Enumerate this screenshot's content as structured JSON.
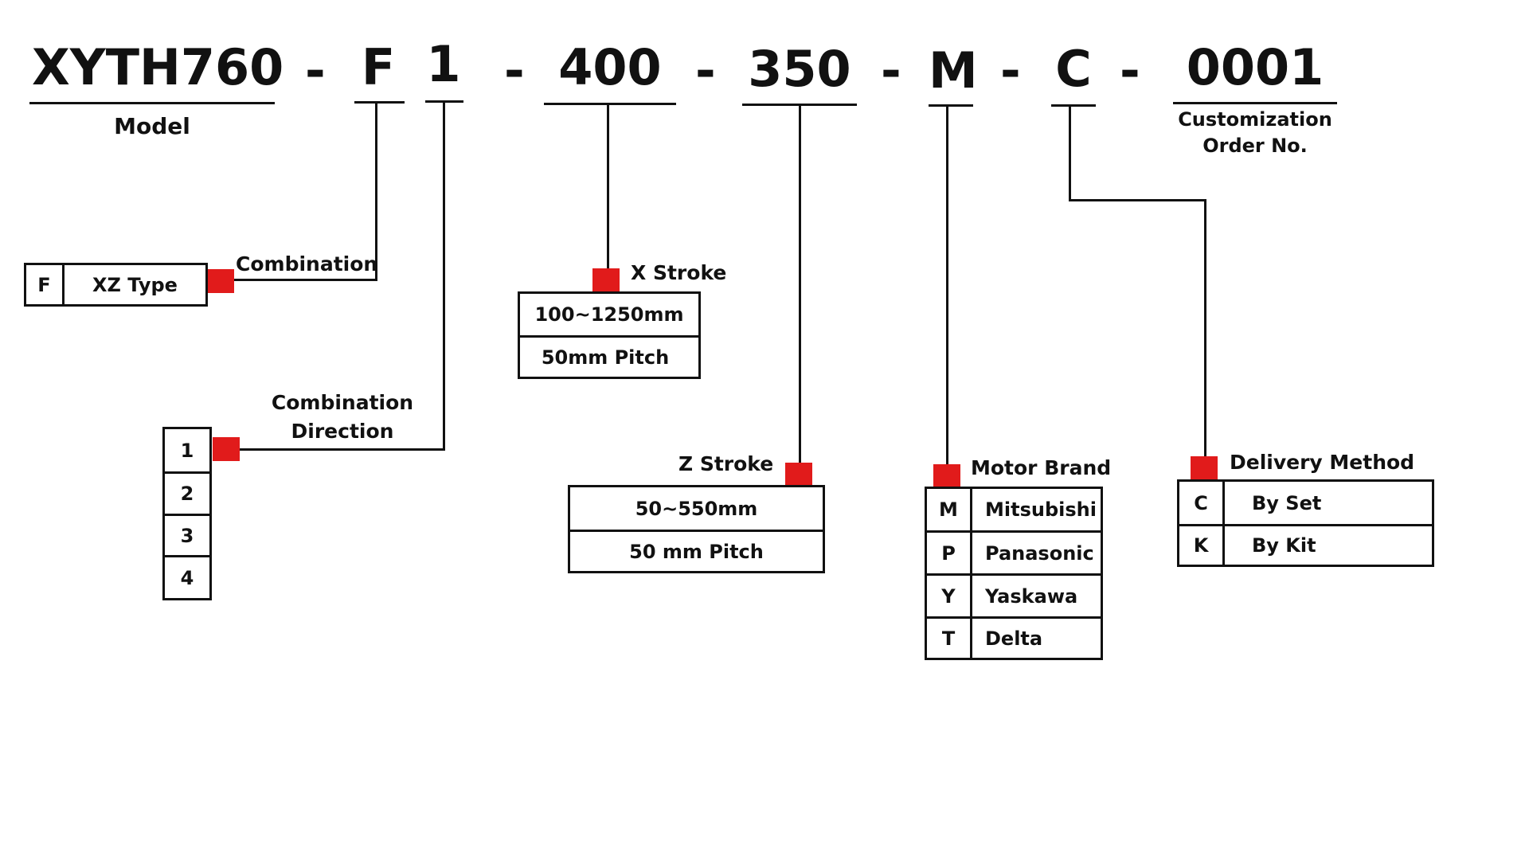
{
  "code": {
    "model": "XYTH760",
    "combination": "F",
    "direction": "1",
    "x_stroke": "400",
    "z_stroke": "350",
    "motor": "M",
    "delivery": "C",
    "order_no": "0001",
    "separator": "-"
  },
  "labels": {
    "model": "Model",
    "customization_line1": "Customization",
    "customization_line2": "Order No.",
    "combination": "Combination",
    "combination_direction_line1": "Combination",
    "combination_direction_line2": "Direction",
    "x_stroke": "X Stroke",
    "z_stroke": "Z Stroke",
    "motor_brand": "Motor Brand",
    "delivery_method": "Delivery Method"
  },
  "combination_table": [
    {
      "code": "F",
      "desc": "XZ Type"
    }
  ],
  "direction_options": [
    "1",
    "2",
    "3",
    "4"
  ],
  "x_stroke_table": [
    "100~1250mm",
    "50mm Pitch"
  ],
  "z_stroke_table": [
    "50~550mm",
    "50 mm Pitch"
  ],
  "motor_table": [
    {
      "code": "M",
      "brand": "Mitsubishi"
    },
    {
      "code": "P",
      "brand": "Panasonic"
    },
    {
      "code": "Y",
      "brand": "Yaskawa"
    },
    {
      "code": "T",
      "brand": "Delta"
    }
  ],
  "delivery_table": [
    {
      "code": "C",
      "desc": "By Set"
    },
    {
      "code": "K",
      "desc": "By Kit"
    }
  ],
  "colors": {
    "marker": "#e11b1b",
    "line": "#111111"
  }
}
